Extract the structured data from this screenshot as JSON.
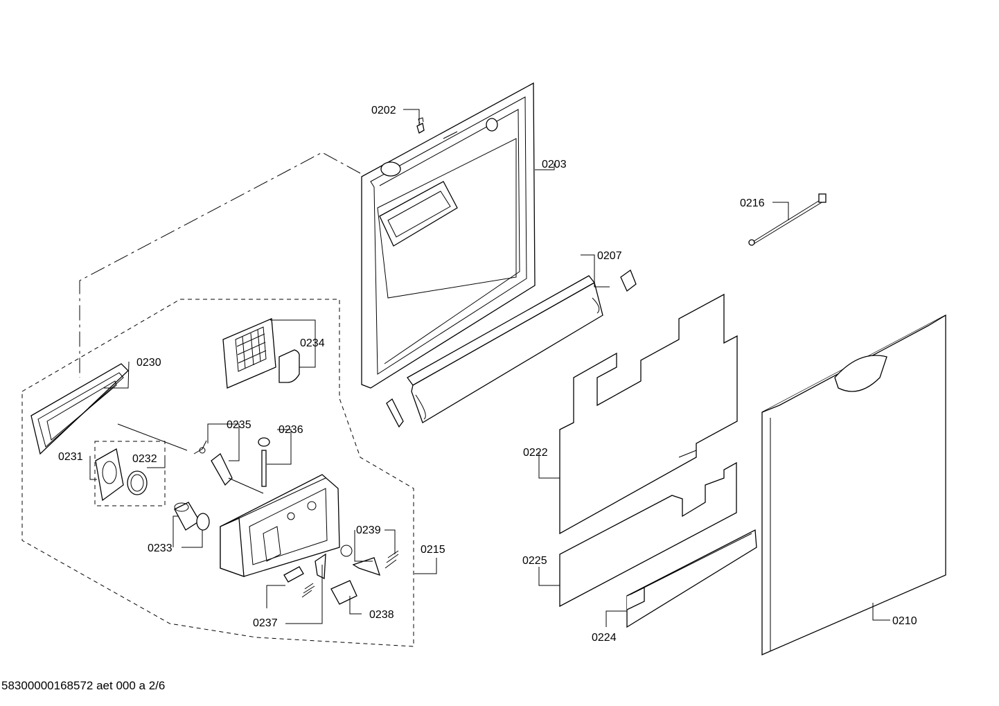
{
  "labels": {
    "p0202": "0202",
    "p0203": "0203",
    "p0207": "0207",
    "p0216": "0216",
    "p0234": "0234",
    "p0230": "0230",
    "p0235": "0235",
    "p0236": "0236",
    "p0231": "0231",
    "p0232": "0232",
    "p0222": "0222",
    "p0233": "0233",
    "p0239": "0239",
    "p0215": "0215",
    "p0225": "0225",
    "p0238": "0238",
    "p0237": "0237",
    "p0210": "0210",
    "p0224": "0224"
  },
  "footer": "58300000168572 aet 000 a 2/6"
}
